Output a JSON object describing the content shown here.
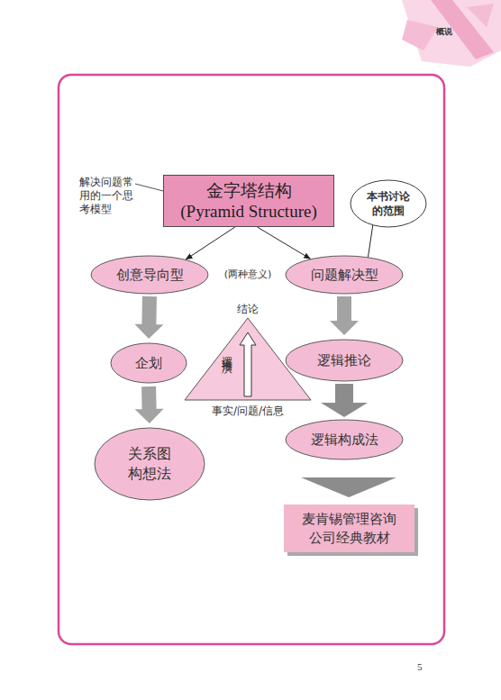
{
  "diagram": {
    "nodes": [
      {
        "text": [
          "金字塔结构 (Pyramid Structure)"
        ]
      },
      {
        "text": [
          "本书讨论 的范围"
        ]
      },
      {
        "text": [
          "创意导向型"
        ]
      },
      {
        "text": [
          "问题解决型"
        ]
      },
      {
        "text": [
          "企划"
        ]
      },
      {
        "text": [
          "结论",
          "逻辑推演",
          "事实/问题/信息"
        ]
      },
      {
        "text": [
          "逻辑推论"
        ]
      },
      {
        "text": [
          "关系图 构想法"
        ]
      },
      {
        "text": [
          "逻辑构成法"
        ]
      },
      {
        "text": [
          "麦肯锡管理咨询 公司经典教材"
        ]
      }
    ],
    "edges": [
      {
        "from": 0,
        "to": 2,
        "arrow": "to"
      },
      {
        "from": 0,
        "to": 3,
        "arrow": "to"
      },
      {
        "from": 1,
        "to": 3,
        "arrow": "none"
      },
      {
        "from": 2,
        "to": 4,
        "arrow": "to"
      },
      {
        "from": 4,
        "to": 7,
        "arrow": "to"
      },
      {
        "from": 3,
        "to": 6,
        "arrow": "to"
      },
      {
        "from": 6,
        "to": 8,
        "arrow": "to"
      },
      {
        "from": 8,
        "to": 9,
        "arrow": "to"
      }
    ],
    "labels": [
      "解决问题常 用的一个思 考模型",
      "(两种意义)",
      "概说",
      "5"
    ]
  }
}
